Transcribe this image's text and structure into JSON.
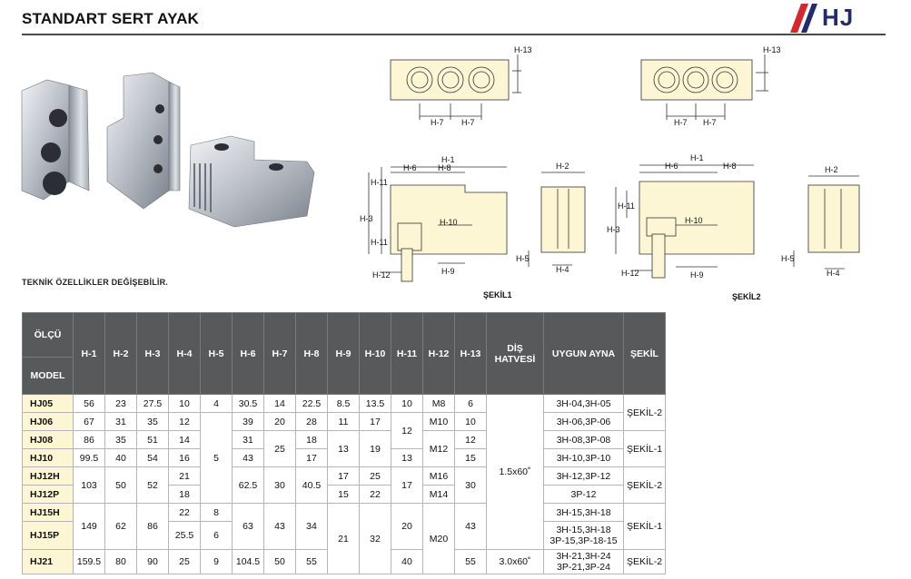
{
  "header": {
    "title": "STANDART SERT AYAK",
    "logo_text": "HJ"
  },
  "note": "TEKNİK ÖZELLİKLER DEĞİŞEBİLİR.",
  "drawings": {
    "fig1_label": "ŞEKİL1",
    "fig2_label": "ŞEKİL2",
    "dims": {
      "h1": "H-1",
      "h2": "H-2",
      "h3": "H-3",
      "h4": "H-4",
      "h5": "H-5",
      "h6": "H-6",
      "h7": "H-7",
      "h8": "H-8",
      "h9": "H-9",
      "h10": "H-10",
      "h11": "H-11",
      "h12": "H-12",
      "h13": "H-13"
    }
  },
  "table": {
    "head_olcu": "ÖLÇÜ",
    "head_model": "MODEL",
    "columns": [
      "H-1",
      "H-2",
      "H-3",
      "H-4",
      "H-5",
      "H-6",
      "H-7",
      "H-8",
      "H-9",
      "H-10",
      "H-11",
      "H-12",
      "H-13"
    ],
    "head_dis": "DİŞ HATVESİ",
    "head_ayna": "UYGUN AYNA",
    "head_sekil": "ŞEKİL",
    "models": [
      "HJ05",
      "HJ06",
      "HJ08",
      "HJ10",
      "HJ12H",
      "HJ12P",
      "HJ15H",
      "HJ15P",
      "HJ21"
    ],
    "v": {
      "r0": [
        "56",
        "23",
        "27.5",
        "10",
        "4",
        "30.5",
        "14",
        "22.5",
        "8.5",
        "13.5",
        "10",
        "M8",
        "6"
      ],
      "r1": [
        "67",
        "31",
        "35",
        "12",
        "39",
        "20",
        "28",
        "11",
        "17",
        "M10",
        "10"
      ],
      "r2": [
        "86",
        "35",
        "51",
        "14",
        "31",
        "25",
        "18",
        "12"
      ],
      "r3": [
        "99.5",
        "40",
        "54",
        "16",
        "43",
        "17",
        "13",
        "15"
      ],
      "r4": [
        "21",
        "17",
        "25",
        "M16"
      ],
      "r5": [
        "18",
        "15",
        "22",
        "M14"
      ],
      "r6": [
        "22",
        "8"
      ],
      "r7": [
        "25.5",
        "6"
      ],
      "r8": [
        "159.5",
        "80",
        "90",
        "25",
        "9",
        "104.5",
        "50",
        "55",
        "40",
        "55"
      ],
      "m_5": "5",
      "m_h8": "13",
      "m_h10": "19",
      "m_h11_12": "12",
      "m_h12_m12": "M12",
      "m_h1_103": "103",
      "m_h2_50": "50",
      "m_h3_52": "52",
      "m_h6_625": "62.5",
      "m_h7_30": "30",
      "m_h8_405": "40.5",
      "m_h13_30": "30",
      "m_h1_149": "149",
      "m_h2_62": "62",
      "m_h3_86": "86",
      "m_h6_63": "63",
      "m_h7_43": "43",
      "m_h8_34": "34",
      "m_h9_21": "21",
      "m_h10_32": "32",
      "m_h11_20": "20",
      "m_h12_m20": "M20",
      "m_h13_43": "43"
    },
    "dis": {
      "a": "1.5x60˚",
      "b": "3.0x60˚"
    },
    "ayna": {
      "r0": "3H-04,3H-05",
      "r1": "3H-06,3P-06",
      "r2": "3H-08,3P-08",
      "r3": "3H-10,3P-10",
      "r4": "3H-12,3P-12",
      "r5": "3P-12",
      "r6": "3H-15,3H-18",
      "r7a": "3H-15,3H-18",
      "r7b": "3P-15,3P-18-15",
      "r8a": "3H-21,3H-24",
      "r8b": "3P-21,3P-24"
    },
    "sekil": {
      "s2a": "ŞEKİL-2",
      "s1a": "ŞEKİL-1",
      "s2b": "ŞEKİL-2",
      "s1b": "ŞEKİL-1",
      "s2c": "ŞEKİL-2"
    }
  }
}
